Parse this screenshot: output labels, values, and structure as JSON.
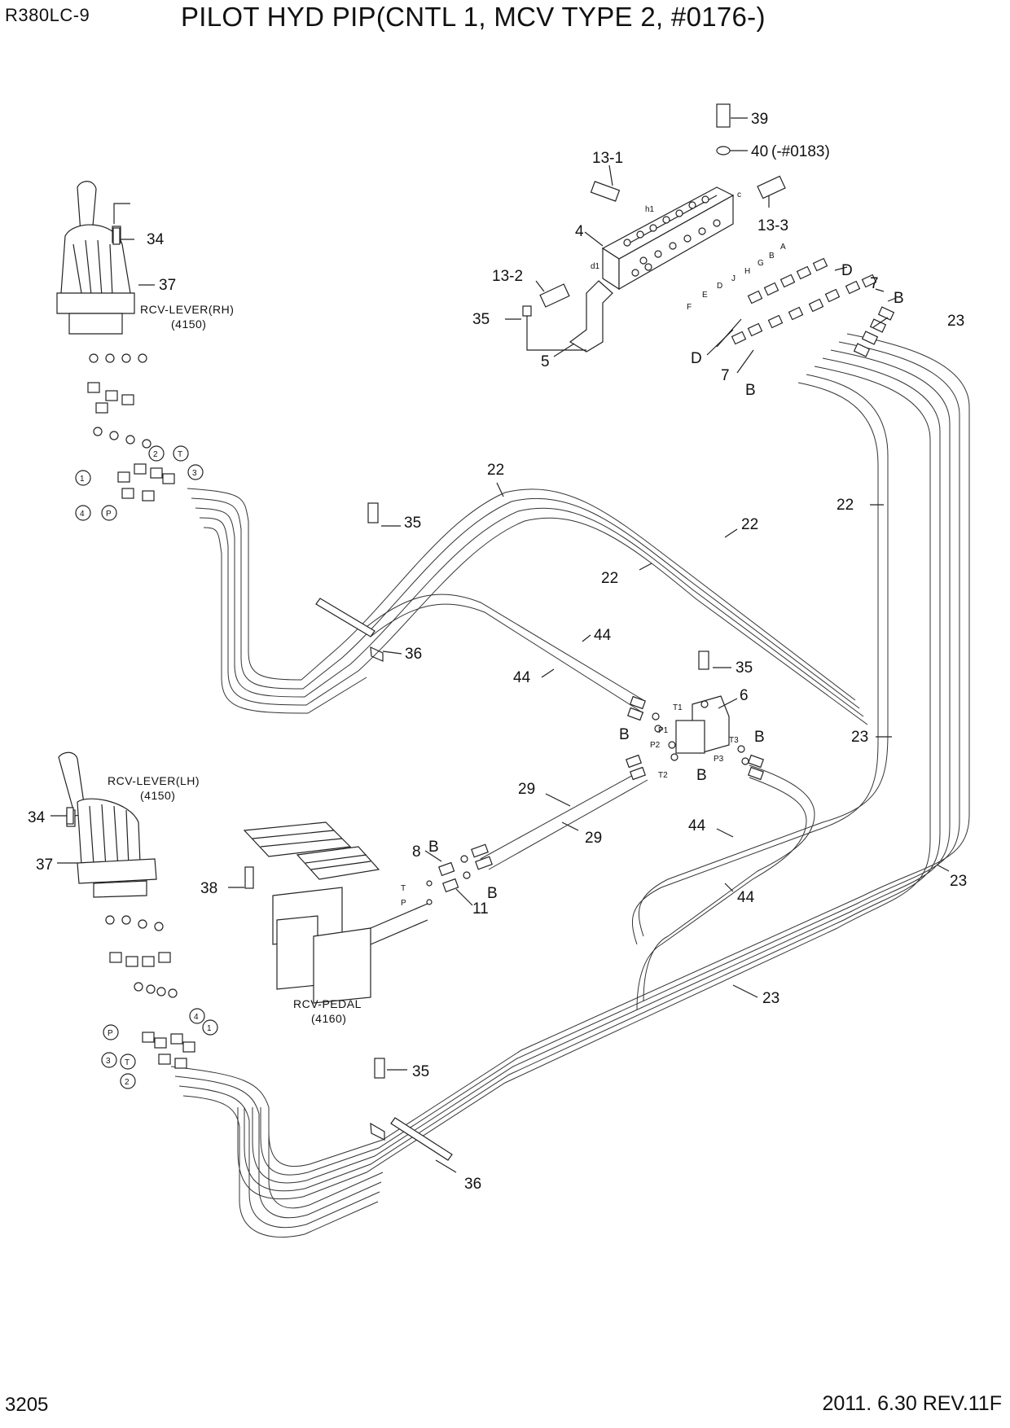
{
  "header": {
    "model": "R380LC-9",
    "title": "PILOT HYD PIP(CNTL 1, MCV TYPE 2, #0176-)"
  },
  "footer": {
    "page": "3205",
    "revision": "2011. 6.30  REV.11F"
  },
  "components": {
    "rcv_lever_rh": {
      "name": "RCV-LEVER(RH)",
      "code": "(4150)"
    },
    "rcv_lever_lh": {
      "name": "RCV-LEVER(LH)",
      "code": "(4150)"
    },
    "rcv_pedal": {
      "name": "RCV-PEDAL",
      "code": "(4160)"
    }
  },
  "callouts": {
    "p39": "39",
    "p40": "40",
    "p40_note": "(-#0183)",
    "p13_1": "13-1",
    "p13_2": "13-2",
    "p13_3": "13-3",
    "p4": "4",
    "p5": "5",
    "p35a": "35",
    "p35b": "35",
    "p35c": "35",
    "p35d": "35",
    "p34a": "34",
    "p34b": "34",
    "p37a": "37",
    "p37b": "37",
    "p36a": "36",
    "p36b": "36",
    "p22a": "22",
    "p22b": "22",
    "p22c": "22",
    "p22d": "22",
    "p23a": "23",
    "p23b": "23",
    "p23c": "23",
    "p23d": "23",
    "p44a": "44",
    "p44b": "44",
    "p44c": "44",
    "p44d": "44",
    "p29a": "29",
    "p29b": "29",
    "p6": "6",
    "p8": "8",
    "p11": "11",
    "p38": "38",
    "p7a": "7",
    "p7b": "7",
    "Da": "D",
    "Db": "D",
    "Ba": "B",
    "Bb": "B",
    "Bc": "B",
    "Bd": "B",
    "Be": "B",
    "Bf": "B",
    "Bg": "B"
  },
  "port_labels": {
    "h1": "h1",
    "c": "c",
    "d1": "d1",
    "A": "A",
    "B": "B",
    "G": "G",
    "H": "H",
    "J": "J",
    "D": "D",
    "E": "E",
    "F": "F",
    "T1": "T1",
    "P1": "P1",
    "P2": "P2",
    "T2": "T2",
    "T3": "T3",
    "P3": "P3",
    "T": "T",
    "P": "P"
  },
  "circled_ports_rh": [
    "1",
    "2",
    "T",
    "3",
    "4",
    "P"
  ],
  "circled_ports_lh": [
    "P",
    "4",
    "1",
    "3",
    "T",
    "2"
  ]
}
